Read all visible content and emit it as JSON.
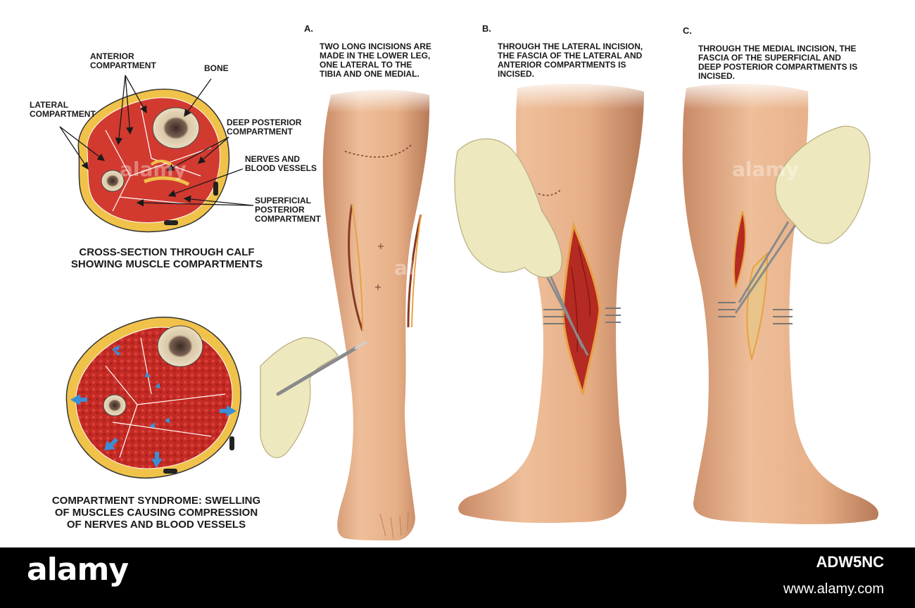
{
  "cross_section": {
    "labels": {
      "anterior": "ANTERIOR\nCOMPARTMENT",
      "bone": "BONE",
      "lateral": "LATERAL\nCOMPARTMENT",
      "deep_posterior": "DEEP POSTERIOR\nCOMPARTMENT",
      "nerves": "NERVES AND\nBLOOD VESSELS",
      "superficial": "SUPERFICIAL\nPOSTERIOR\nCOMPARTMENT"
    },
    "caption": "CROSS-SECTION THROUGH CALF\nSHOWING MUSCLE COMPARTMENTS"
  },
  "syndrome": {
    "caption": "COMPARTMENT SYNDROME: SWELLING\nOF MUSCLES CAUSING COMPRESSION\nOF NERVES AND BLOOD VESSELS"
  },
  "steps": [
    {
      "letter": "A.",
      "text": "TWO LONG INCISIONS ARE\nMADE IN THE LOWER LEG,\nONE LATERAL TO THE\nTIBIA AND ONE MEDIAL."
    },
    {
      "letter": "B.",
      "text": "THROUGH THE LATERAL INCISION,\nTHE FASCIA OF THE LATERAL AND\nANTERIOR COMPARTMENTS IS\nINCISED."
    },
    {
      "letter": "C.",
      "text": "THROUGH THE MEDIAL INCISION, THE\nFASCIA OF THE SUPERFICIAL AND\nDEEP POSTERIOR COMPARTMENTS IS\nINCISED."
    }
  ],
  "watermark": {
    "logo": "alamy",
    "image_id": "ADW5NC",
    "url": "www.alamy.com"
  },
  "colors": {
    "skin": "#e8b48e",
    "skin_shadow": "#c98a66",
    "muscle": "#c9302a",
    "fat": "#f0c24a",
    "bone": "#e6d6b6",
    "glove": "#eee8bf",
    "swelling_arrow": "#3a8fd6"
  }
}
